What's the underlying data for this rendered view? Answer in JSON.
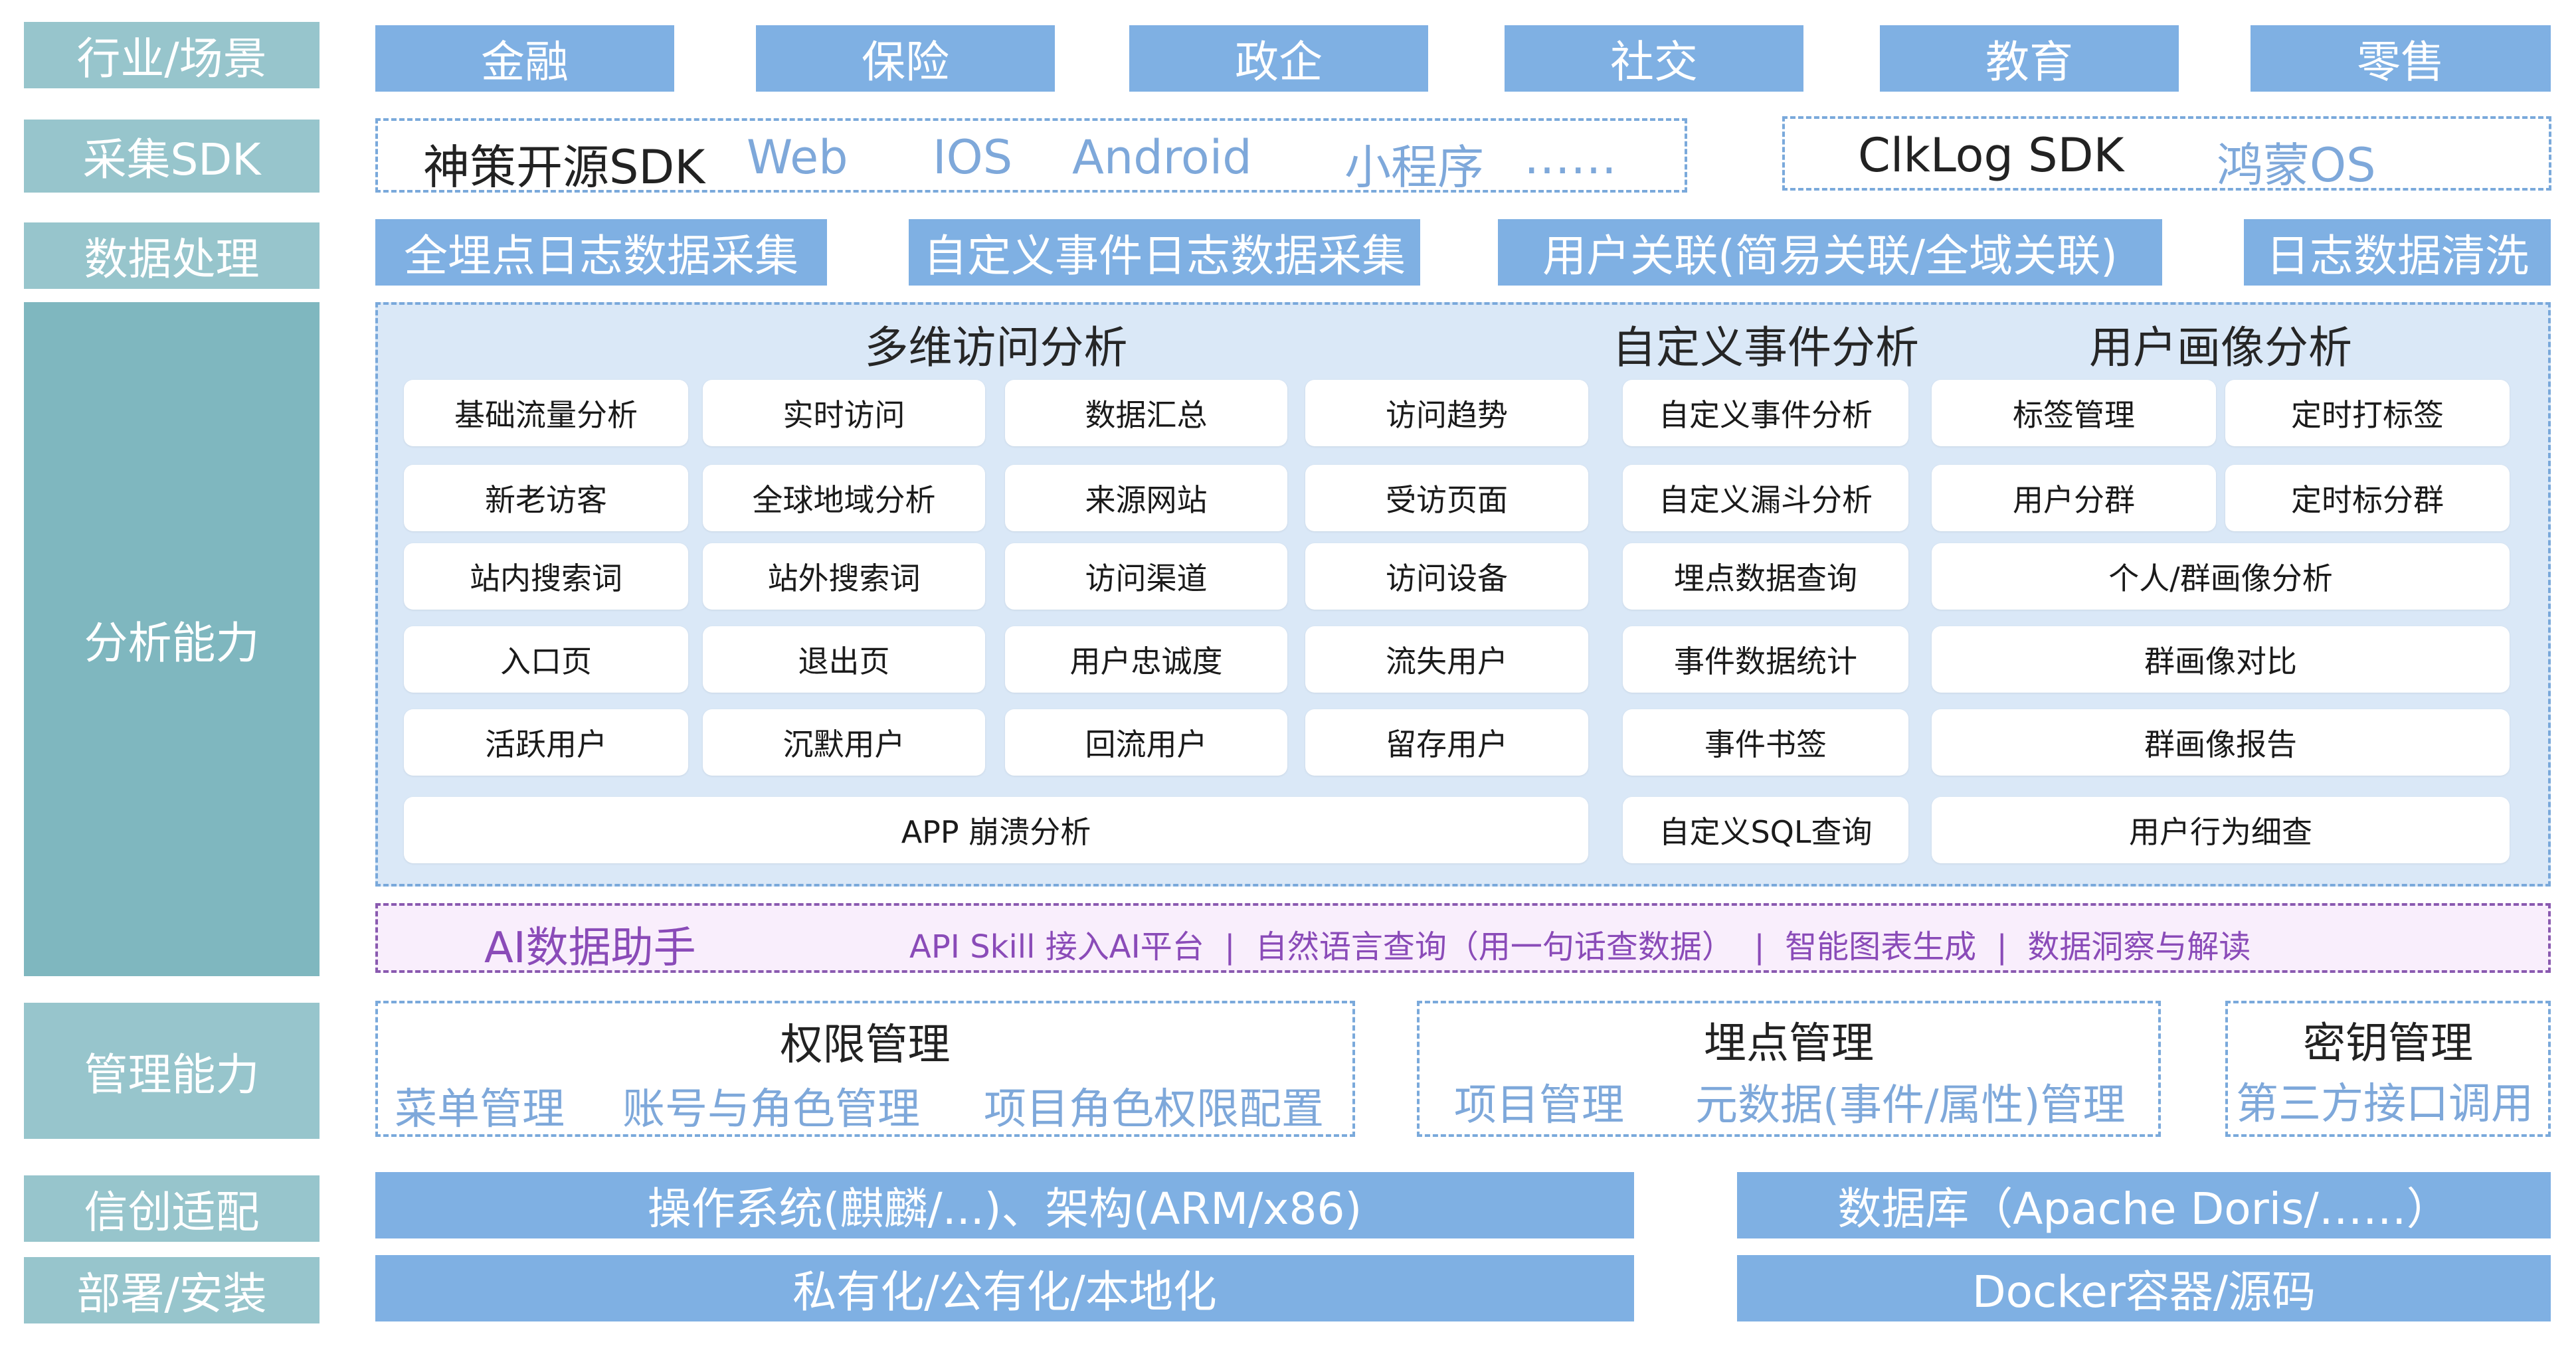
{
  "rows": {
    "industry": "行业/场景",
    "sdk": "采集SDK",
    "processing": "数据处理",
    "analysis": "分析能力",
    "management": "管理能力",
    "xinchuang": "信创适配",
    "deploy": "部署/安装"
  },
  "industry_items": [
    "金融",
    "保险",
    "政企",
    "社交",
    "教育",
    "零售"
  ],
  "sdk": {
    "left": [
      "神策开源SDK",
      "Web",
      "IOS",
      "Android",
      "小程序",
      "……"
    ],
    "right": [
      "ClkLog SDK",
      "鸿蒙OS"
    ]
  },
  "processing_items": [
    "全埋点日志数据采集",
    "自定义事件日志数据采集",
    "用户关联(简易关联/全域关联)",
    "日志数据清洗"
  ],
  "analysis": {
    "sections": {
      "multi": "多维访问分析",
      "event": "自定义事件分析",
      "portrait": "用户画像分析"
    },
    "multi_cells": [
      [
        "基础流量分析",
        "实时访问",
        "数据汇总",
        "访问趋势"
      ],
      [
        "新老访客",
        "全球地域分析",
        "来源网站",
        "受访页面"
      ],
      [
        "站内搜索词",
        "站外搜索词",
        "访问渠道",
        "访问设备"
      ],
      [
        "入口页",
        "退出页",
        "用户忠诚度",
        "流失用户"
      ],
      [
        "活跃用户",
        "沉默用户",
        "回流用户",
        "留存用户"
      ]
    ],
    "crash": "APP 崩溃分析",
    "event_cells": [
      "自定义事件分析",
      "自定义漏斗分析",
      "埋点数据查询",
      "事件数据统计",
      "事件书签",
      "自定义SQL查询"
    ],
    "portrait_cells": {
      "r1": [
        "标签管理",
        "定时打标签"
      ],
      "r2": [
        "用户分群",
        "定时标分群"
      ],
      "r3": "个人/群画像分析",
      "r4": "群画像对比",
      "r5": "群画像报告",
      "r6": "用户行为细查"
    }
  },
  "ai": {
    "title": "AI数据助手",
    "items": "API Skill 接入AI平台  |  自然语言查询（用一句话查数据）  |  智能图表生成  |  数据洞察与解读"
  },
  "management": {
    "auth": {
      "title": "权限管理",
      "items": [
        "菜单管理",
        "账号与角色管理",
        "项目角色权限配置"
      ]
    },
    "tracking": {
      "title": "埋点管理",
      "items": [
        "项目管理",
        "元数据(事件/属性)管理"
      ]
    },
    "key": {
      "title": "密钥管理",
      "items": [
        "第三方接口调用"
      ]
    }
  },
  "xinchuang": {
    "left": "操作系统(麒麟/...)、架构(ARM/x86)",
    "right": "数据库（Apache Doris/……）"
  },
  "deploy": {
    "left": "私有化/公有化/本地化",
    "right": "Docker容器/源码"
  },
  "colors": {
    "row_label": "#97c5cc",
    "blue_bar": "#7fb0e3",
    "panel_bg": "#dae8f7",
    "dash": "#7aa9db",
    "ai_text": "#8a4bb8",
    "light_text": "#7ea8da"
  }
}
